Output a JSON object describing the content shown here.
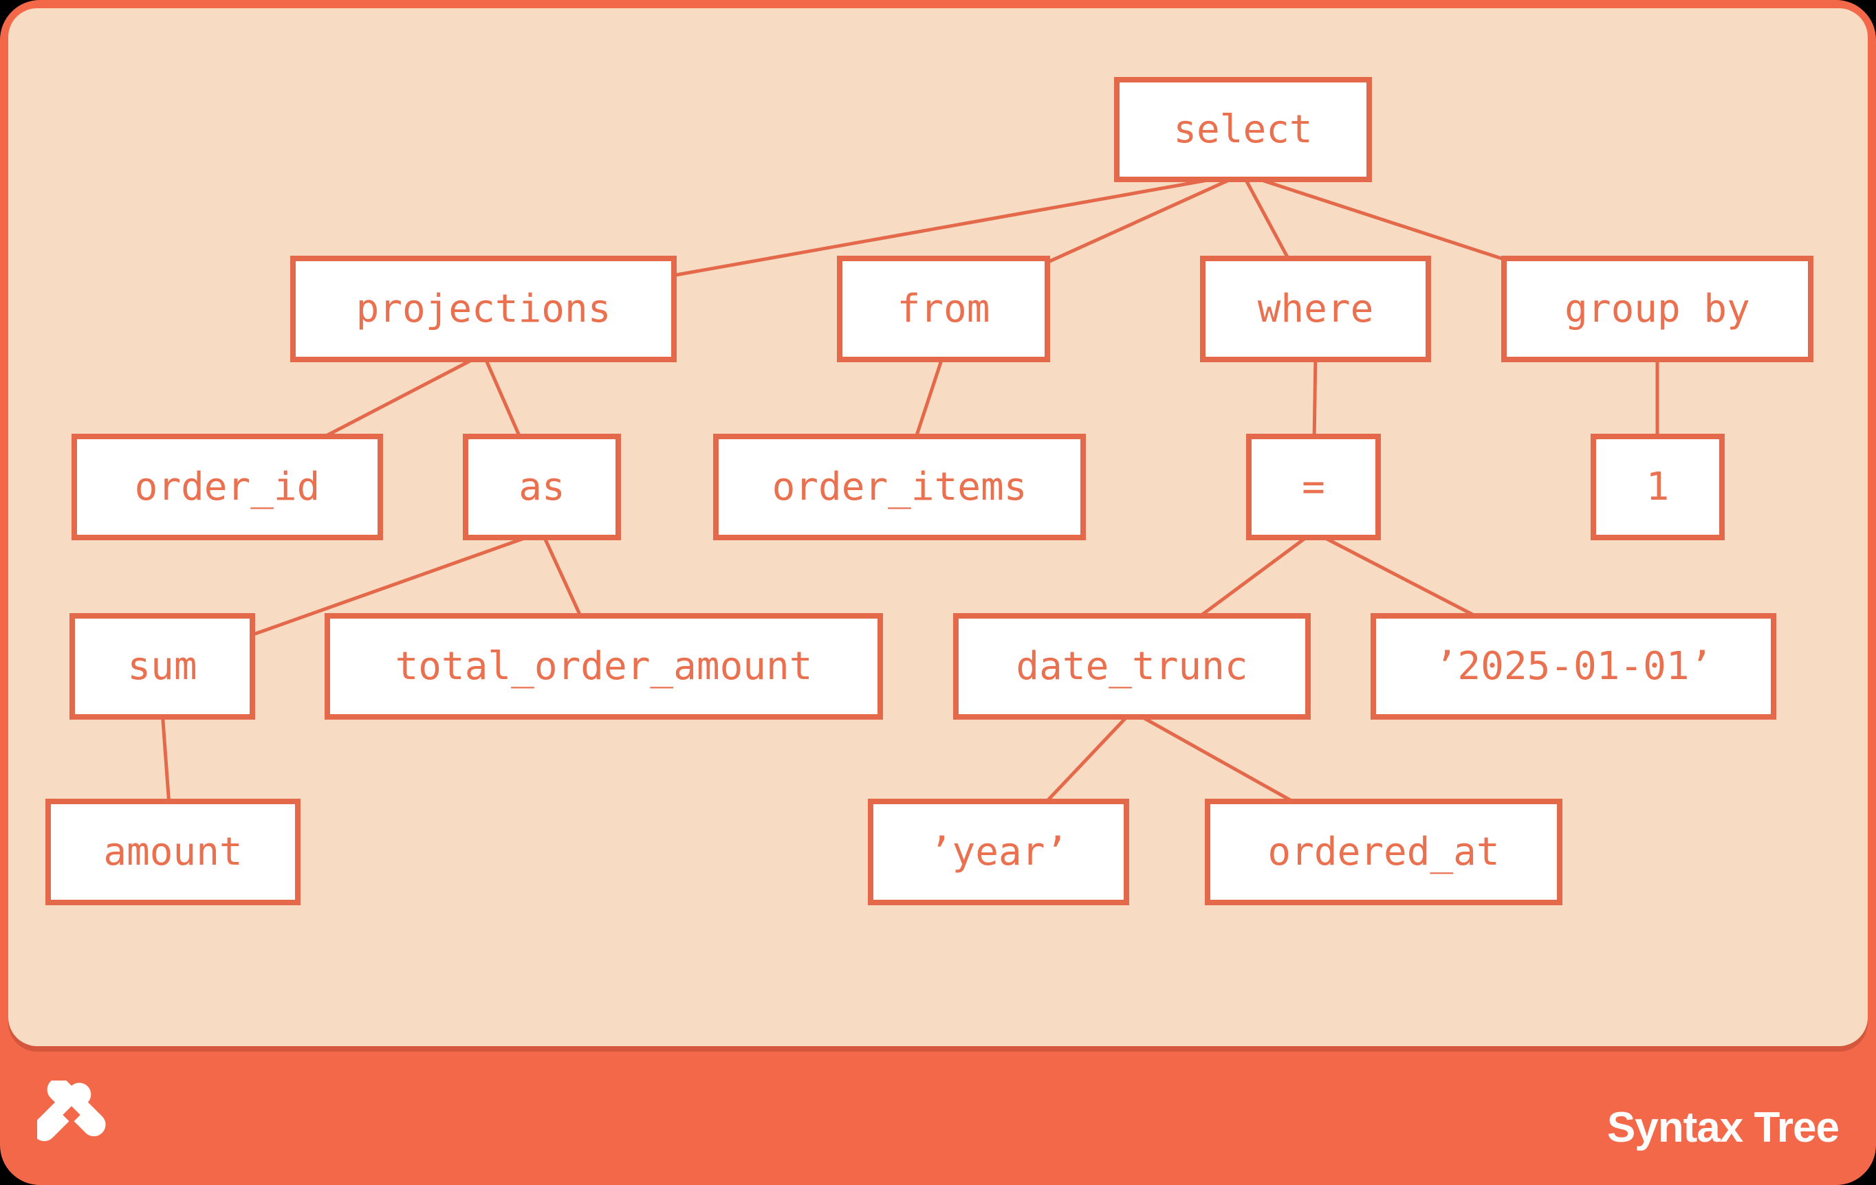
{
  "palette": {
    "page_background": "#000000",
    "card_orange": "#f4684a",
    "panel_peach": "#f8dbc3",
    "node_fill": "#ffffff",
    "accent_orange": "#e4694b",
    "node_text_orange": "#ea7150",
    "footer_text": "#ffffff"
  },
  "footer": {
    "title": "Syntax Tree",
    "logo_icon": "pinwheel-star-icon"
  },
  "tree": {
    "nodes": {
      "select": {
        "label": "select"
      },
      "projections": {
        "label": "projections"
      },
      "from": {
        "label": "from"
      },
      "where": {
        "label": "where"
      },
      "group_by": {
        "label": "group by"
      },
      "order_id": {
        "label": "order_id"
      },
      "as": {
        "label": "as"
      },
      "order_items": {
        "label": "order_items"
      },
      "eq": {
        "label": "="
      },
      "one": {
        "label": "1"
      },
      "sum": {
        "label": "sum"
      },
      "total_order_amount": {
        "label": "total_order_amount"
      },
      "date_trunc": {
        "label": "date_trunc"
      },
      "date_literal": {
        "label": "’2025-01-01’"
      },
      "amount": {
        "label": "amount"
      },
      "year_literal": {
        "label": "’year’"
      },
      "ordered_at": {
        "label": "ordered_at"
      }
    },
    "edges": [
      [
        "select",
        "projections"
      ],
      [
        "select",
        "from"
      ],
      [
        "select",
        "where"
      ],
      [
        "select",
        "group by"
      ],
      [
        "projections",
        "order_id"
      ],
      [
        "projections",
        "as"
      ],
      [
        "from",
        "order_items"
      ],
      [
        "where",
        "="
      ],
      [
        "group by",
        "1"
      ],
      [
        "as",
        "sum"
      ],
      [
        "as",
        "total_order_amount"
      ],
      [
        "=",
        "date_trunc"
      ],
      [
        "=",
        "’2025-01-01’"
      ],
      [
        "sum",
        "amount"
      ],
      [
        "date_trunc",
        "’year’"
      ],
      [
        "date_trunc",
        "ordered_at"
      ]
    ]
  }
}
